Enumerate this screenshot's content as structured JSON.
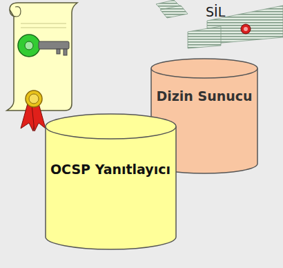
{
  "diagram": {
    "nodes": [
      {
        "text": [
          "Dizin Sunucu"
        ]
      },
      {
        "text": [
          "OCSP Yanıtlayıcı"
        ]
      }
    ],
    "labels": [
      "SİL"
    ]
  }
}
